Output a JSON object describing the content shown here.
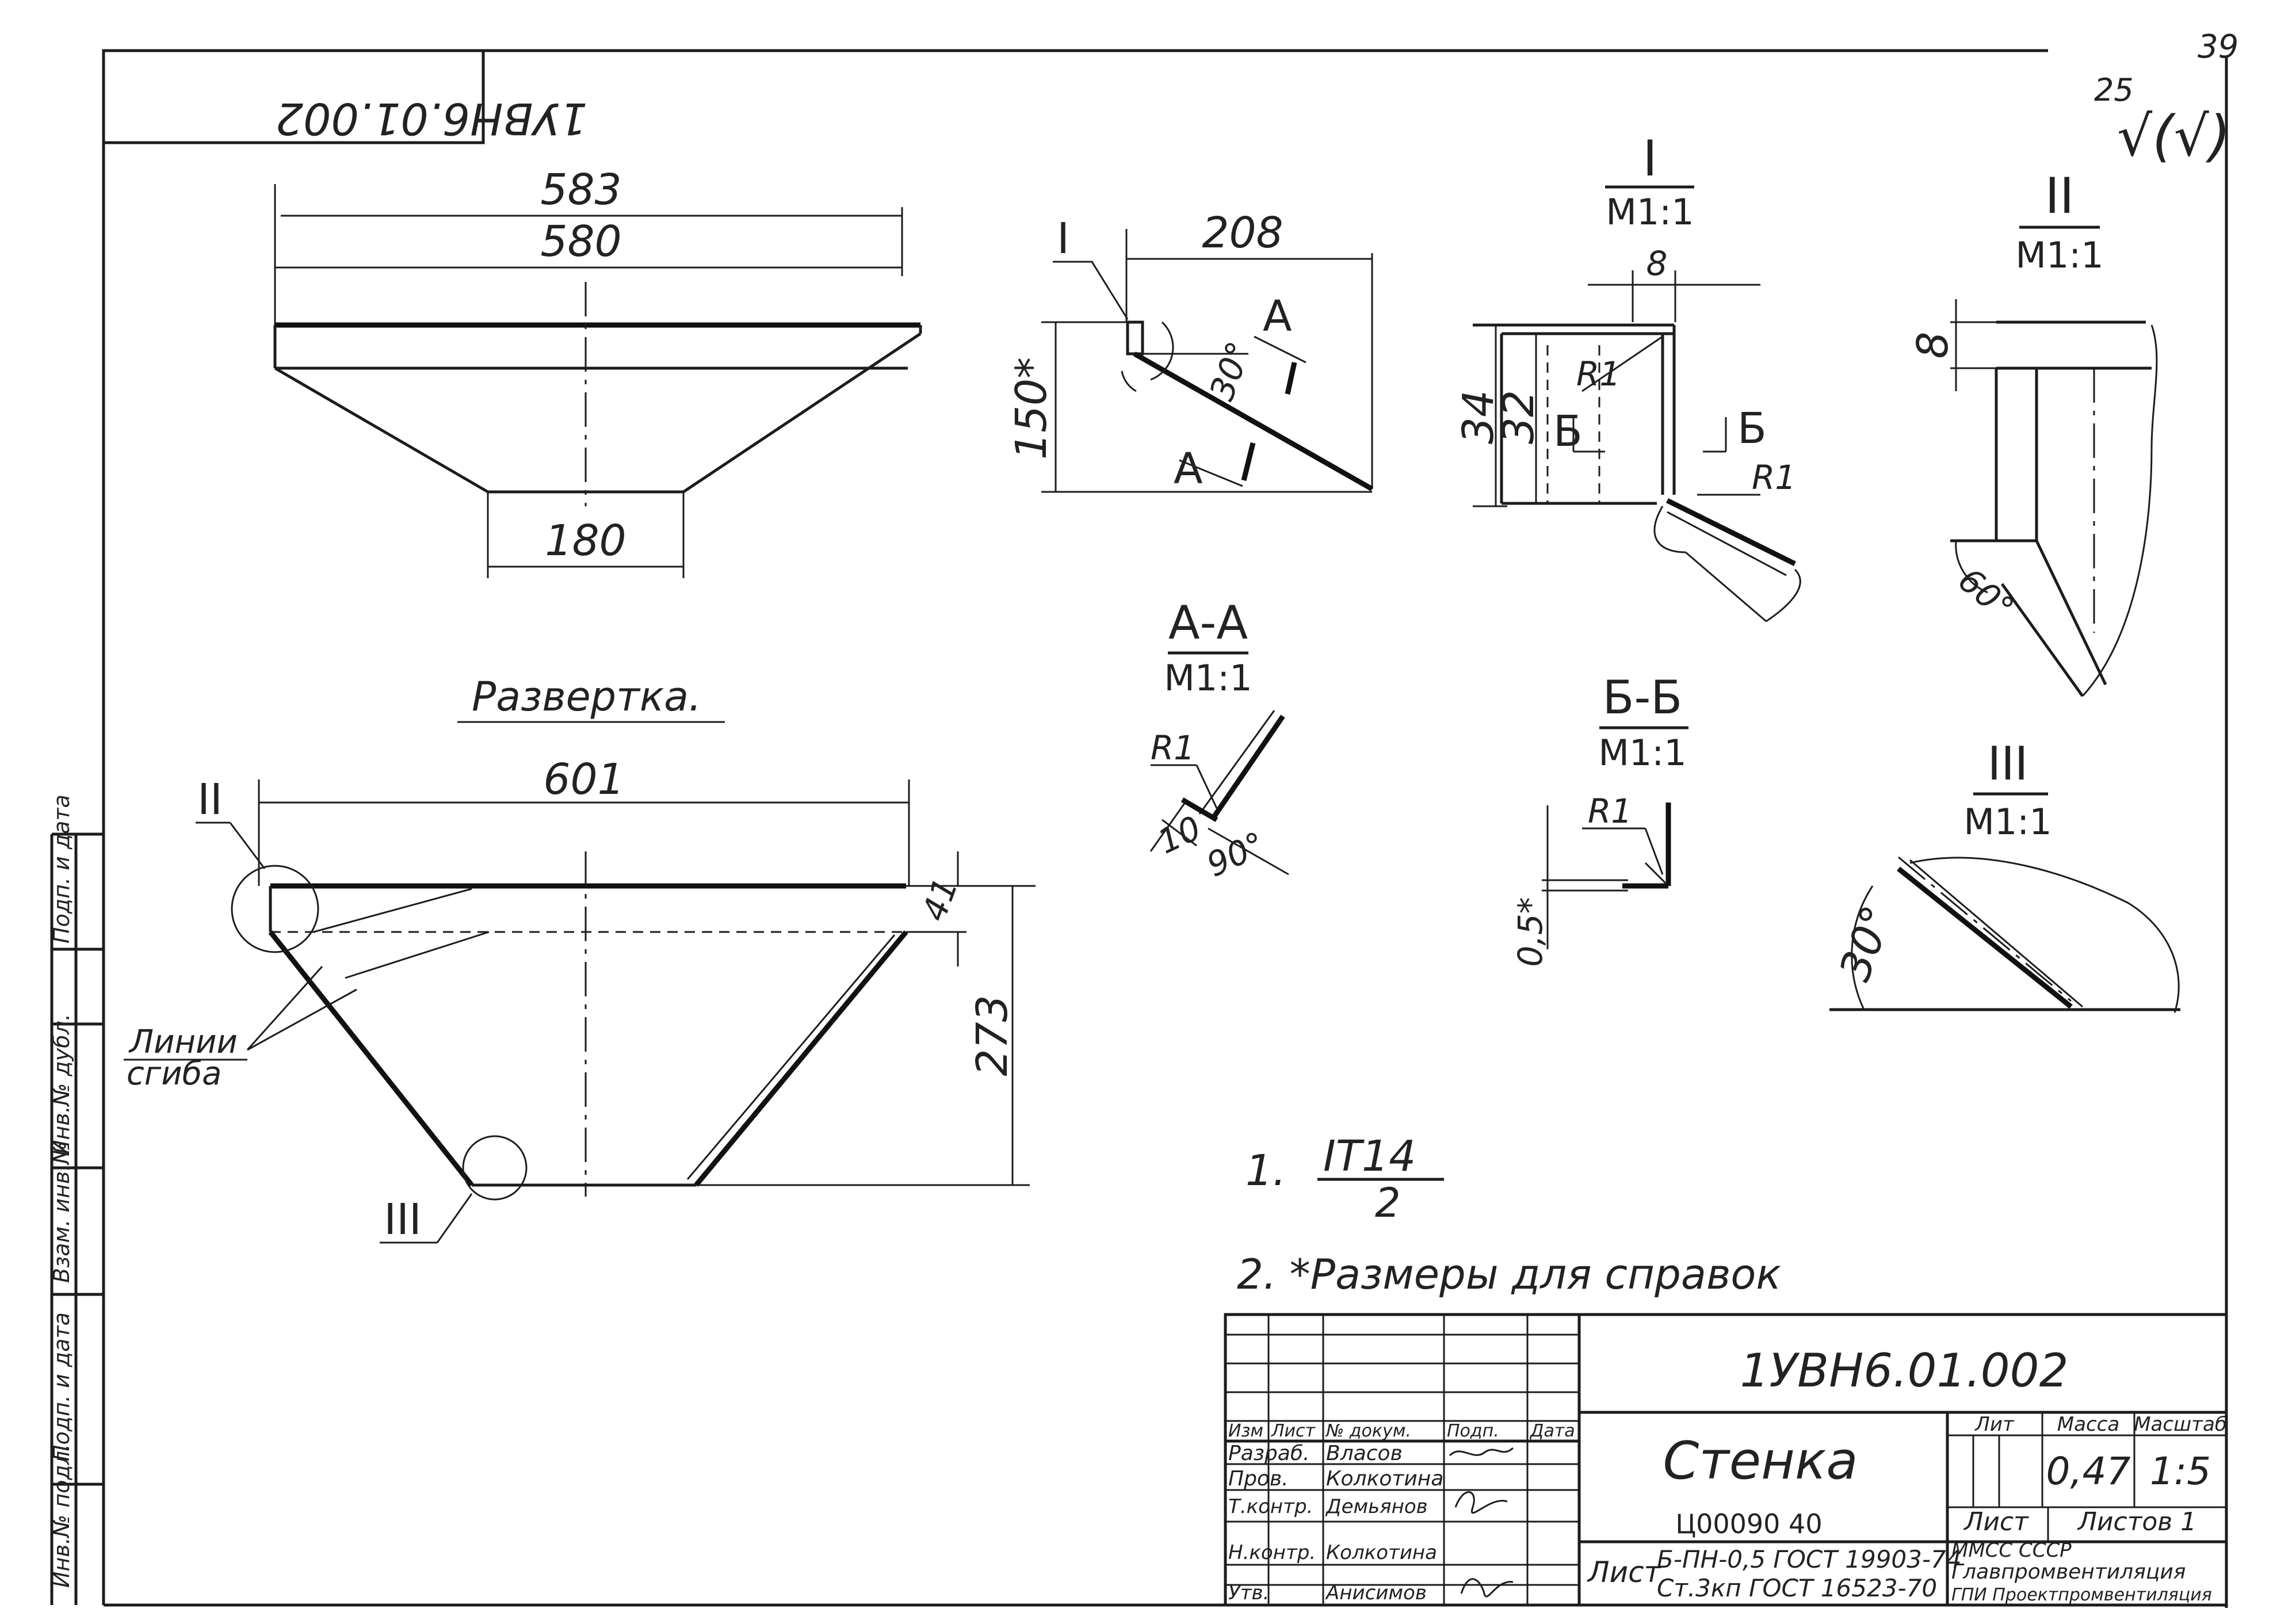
{
  "page_number": "39",
  "surface_mark": {
    "value": "25",
    "symbol": "√(√)"
  },
  "mirrored_code": "1УВН6.01.002",
  "main_view": {
    "dims": {
      "top_outer": "583",
      "top_inner": "580",
      "bottom": "180"
    }
  },
  "side_view": {
    "dims": {
      "width": "208",
      "height": "150*",
      "angle": "30°"
    },
    "labels": {
      "callout": "I",
      "section": "А"
    }
  },
  "detail_1": {
    "title": "I",
    "scale": "М1:1",
    "dims": {
      "thickness": "8",
      "outer": "34",
      "inner": "32",
      "r_top": "R1",
      "r_bottom": "R1"
    },
    "section": "Б"
  },
  "detail_2": {
    "title": "II",
    "scale": "М1:1",
    "dims": {
      "h": "8",
      "angle": "60°"
    }
  },
  "detail_3": {
    "title": "III",
    "scale": "М1:1",
    "dims": {
      "angle": "30°"
    }
  },
  "section_aa": {
    "title": "А-А",
    "scale": "М1:1",
    "dims": {
      "radius": "R1",
      "len": "10",
      "angle": "90°"
    }
  },
  "section_bb": {
    "title": "Б-Б",
    "scale": "М1:1",
    "dims": {
      "radius": "R1",
      "h": "0,5*"
    }
  },
  "development": {
    "title": "Развертка.",
    "dims": {
      "width": "601",
      "small": "41",
      "height": "273"
    },
    "callout_2": "II",
    "callout_3": "III",
    "fold_label_1": "Линии",
    "fold_label_2": "сгиба"
  },
  "notes": {
    "note1_prefix": "1.",
    "note1_num": "IT14",
    "note1_den": "2",
    "note2": "2. *Размеры для справок"
  },
  "side_strip": [
    "Инв.№ подл.",
    "Подп. и дата",
    "Взам. инв.№",
    "Инв.№ дубл.",
    "Подп. и дата"
  ],
  "title_block": {
    "doc_code": "1УВН6.01.002",
    "part_name": "Стенка",
    "stamp_code": "Ц00090 40",
    "headers": {
      "izm": "Изм",
      "list": "Лист",
      "ndoc": "№ докум.",
      "podp": "Подп.",
      "data": "Дата",
      "lit": "Лит",
      "massa": "Масса",
      "masshtab": "Масштаб"
    },
    "rows": [
      {
        "role": "Разраб.",
        "name": "Власов"
      },
      {
        "role": "Пров.",
        "name": "Колкотина"
      },
      {
        "role": "Т.контр.",
        "name": "Демьянов"
      },
      {
        "role": "Н.контр.",
        "name": "Колкотина"
      },
      {
        "role": "Утв.",
        "name": "Анисимов"
      }
    ],
    "mass": "0,47",
    "scale": "1:5",
    "sheet_label": "Лист",
    "sheets_label": "Листов 1",
    "material_prefix": "Лист",
    "material_line1": "Б-ПН-0,5 ГОСТ 19903-74",
    "material_line2": "Ст.3кп ГОСТ 16523-70",
    "org_line1": "ММСС СССР",
    "org_line2": "Главпромвентиляция",
    "org_line3": "ГПИ Проектпромвентиляция"
  }
}
